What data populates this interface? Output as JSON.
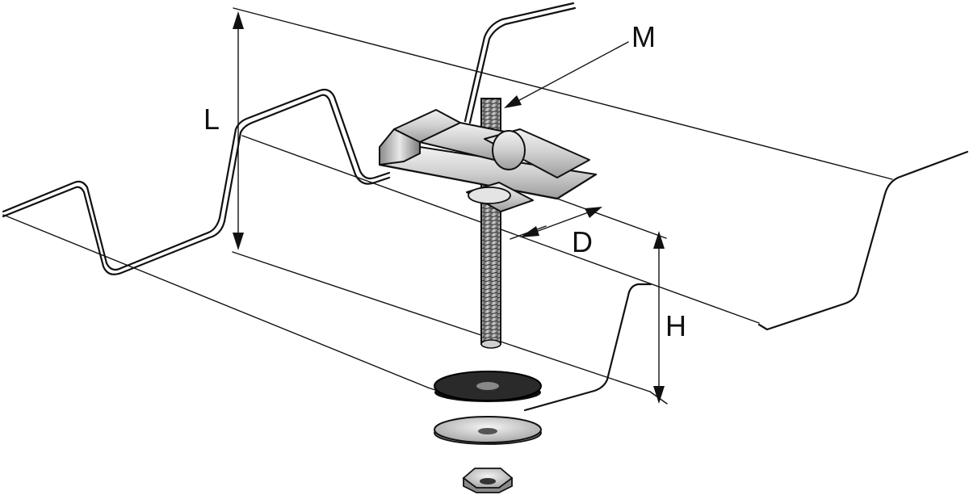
{
  "labels": {
    "L": "L",
    "M": "M",
    "D": "D",
    "H": "H"
  },
  "colors": {
    "line": "#111111",
    "metal_light": "#e6e6e6",
    "metal_mid": "#b5b5b5",
    "washer_rubber": "#1a1a1a",
    "washer_steel": "#d2d2d2"
  },
  "parts": [
    "trapezoidal-deck",
    "channel-clip",
    "threaded-rod",
    "rubber-washer",
    "steel-washer",
    "hex-nut"
  ]
}
